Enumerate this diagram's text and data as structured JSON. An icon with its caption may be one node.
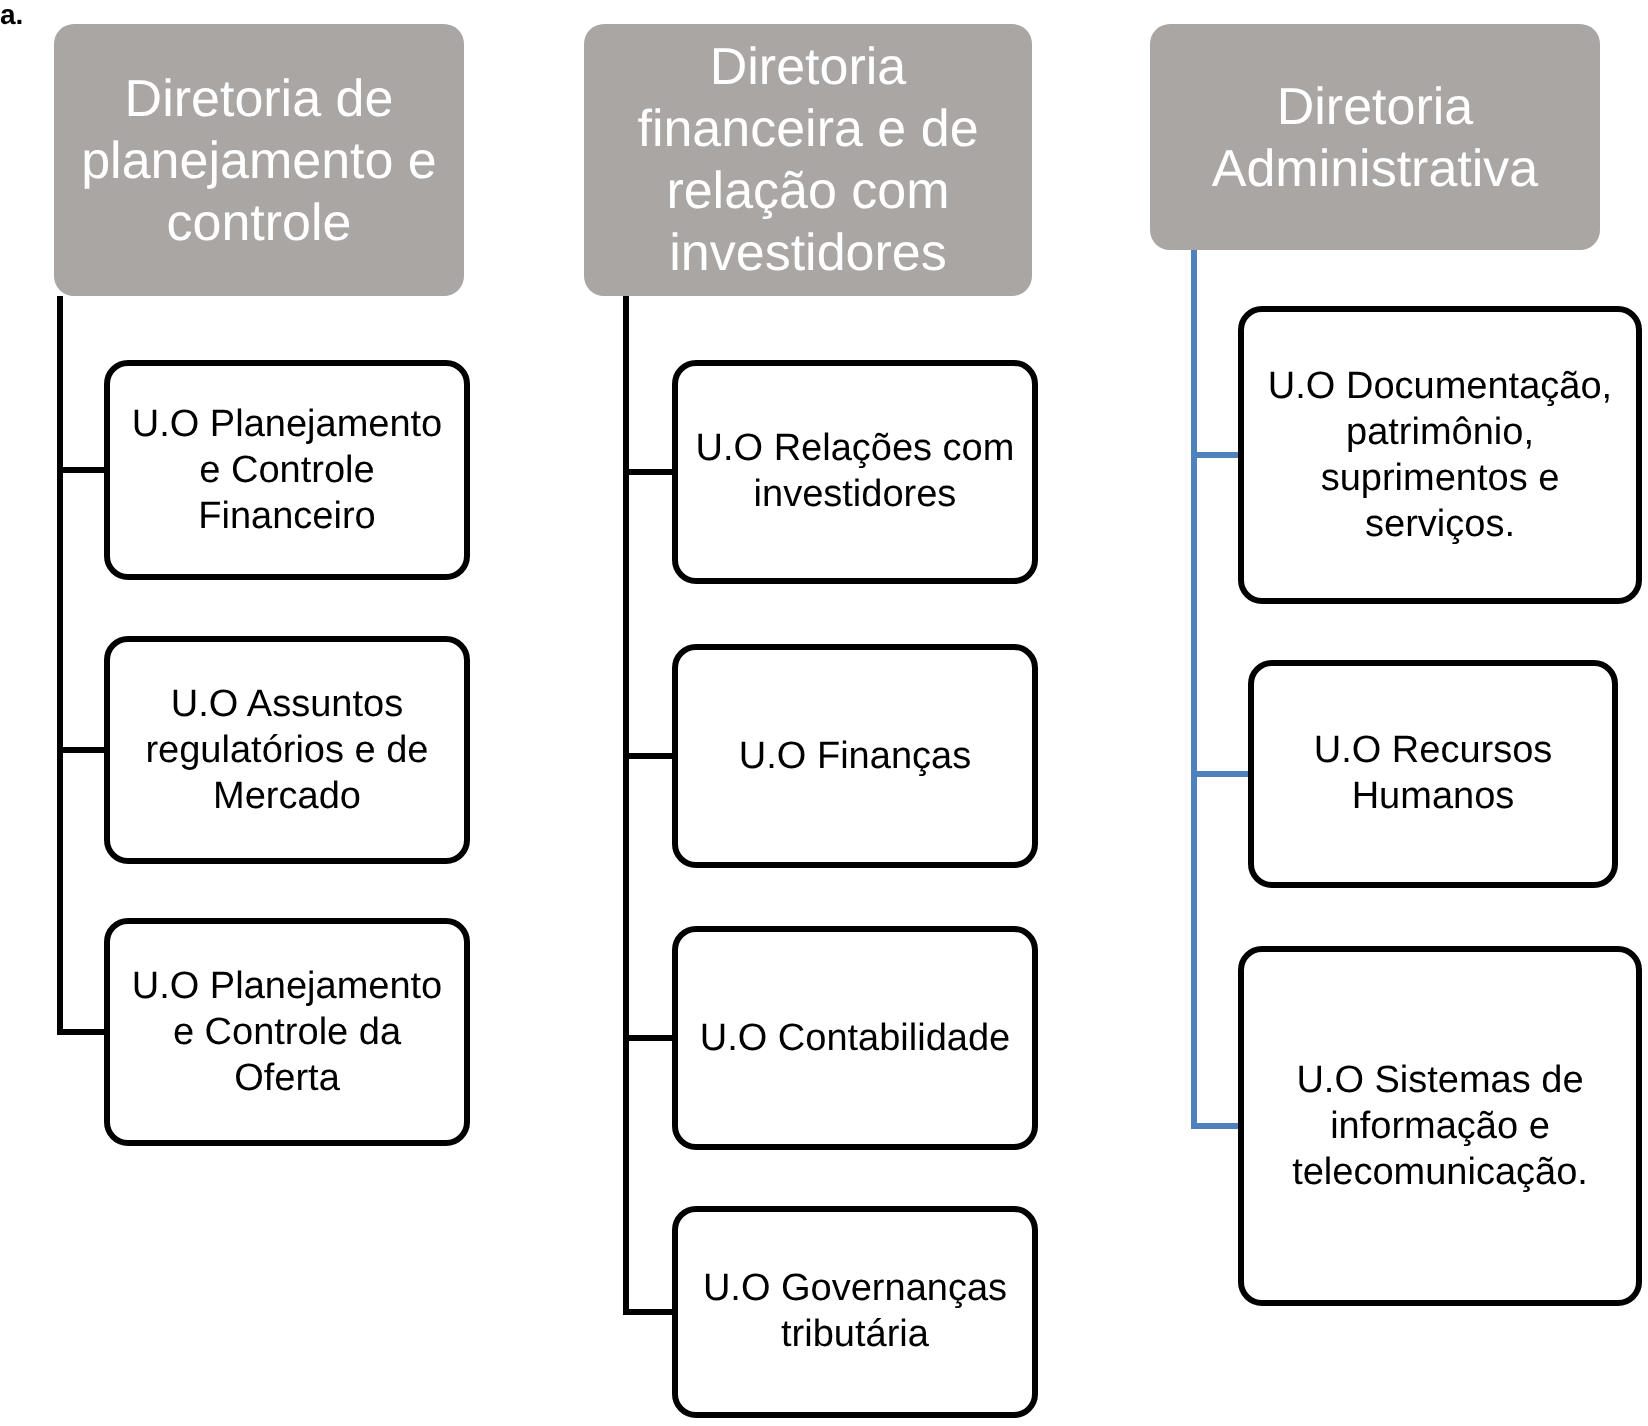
{
  "diagram": {
    "nodes": [
      {
        "text": [
          "Diretoria de planejamento e controle"
        ]
      },
      {
        "text": [
          "U.O Planejamento e Controle Financeiro"
        ]
      },
      {
        "text": [
          "U.O Assuntos regulatórios e de Mercado"
        ]
      },
      {
        "text": [
          "U.O Planejamento e Controle da Oferta"
        ]
      },
      {
        "text": [
          "Diretoria financeira e de relação com investidores"
        ]
      },
      {
        "text": [
          "U.O Relações com investidores"
        ]
      },
      {
        "text": [
          "U.O Finanças"
        ]
      },
      {
        "text": [
          "U.O Contabilidade"
        ]
      },
      {
        "text": [
          "U.O Governanças tributária"
        ]
      },
      {
        "text": [
          "Diretoria Administrativa"
        ]
      },
      {
        "text": [
          "U.O Documentação, patrimônio, suprimentos e serviços."
        ]
      },
      {
        "text": [
          "U.O Recursos Humanos"
        ]
      },
      {
        "text": [
          "U.O Sistemas de informação e telecomunicação."
        ]
      }
    ],
    "edges": [
      {
        "from": 0,
        "to": 1,
        "arrow": "none"
      },
      {
        "from": 0,
        "to": 2,
        "arrow": "none"
      },
      {
        "from": 0,
        "to": 3,
        "arrow": "none"
      },
      {
        "from": 4,
        "to": 5,
        "arrow": "none"
      },
      {
        "from": 4,
        "to": 6,
        "arrow": "none"
      },
      {
        "from": 4,
        "to": 7,
        "arrow": "none"
      },
      {
        "from": 4,
        "to": 8,
        "arrow": "none"
      },
      {
        "from": 9,
        "to": 10,
        "arrow": "none",
        "color": "#4f81bd"
      },
      {
        "from": 9,
        "to": 11,
        "arrow": "none",
        "color": "#4f81bd"
      },
      {
        "from": 9,
        "to": 12,
        "arrow": "none",
        "color": "#4f81bd"
      }
    ],
    "labels": [
      "a."
    ]
  }
}
